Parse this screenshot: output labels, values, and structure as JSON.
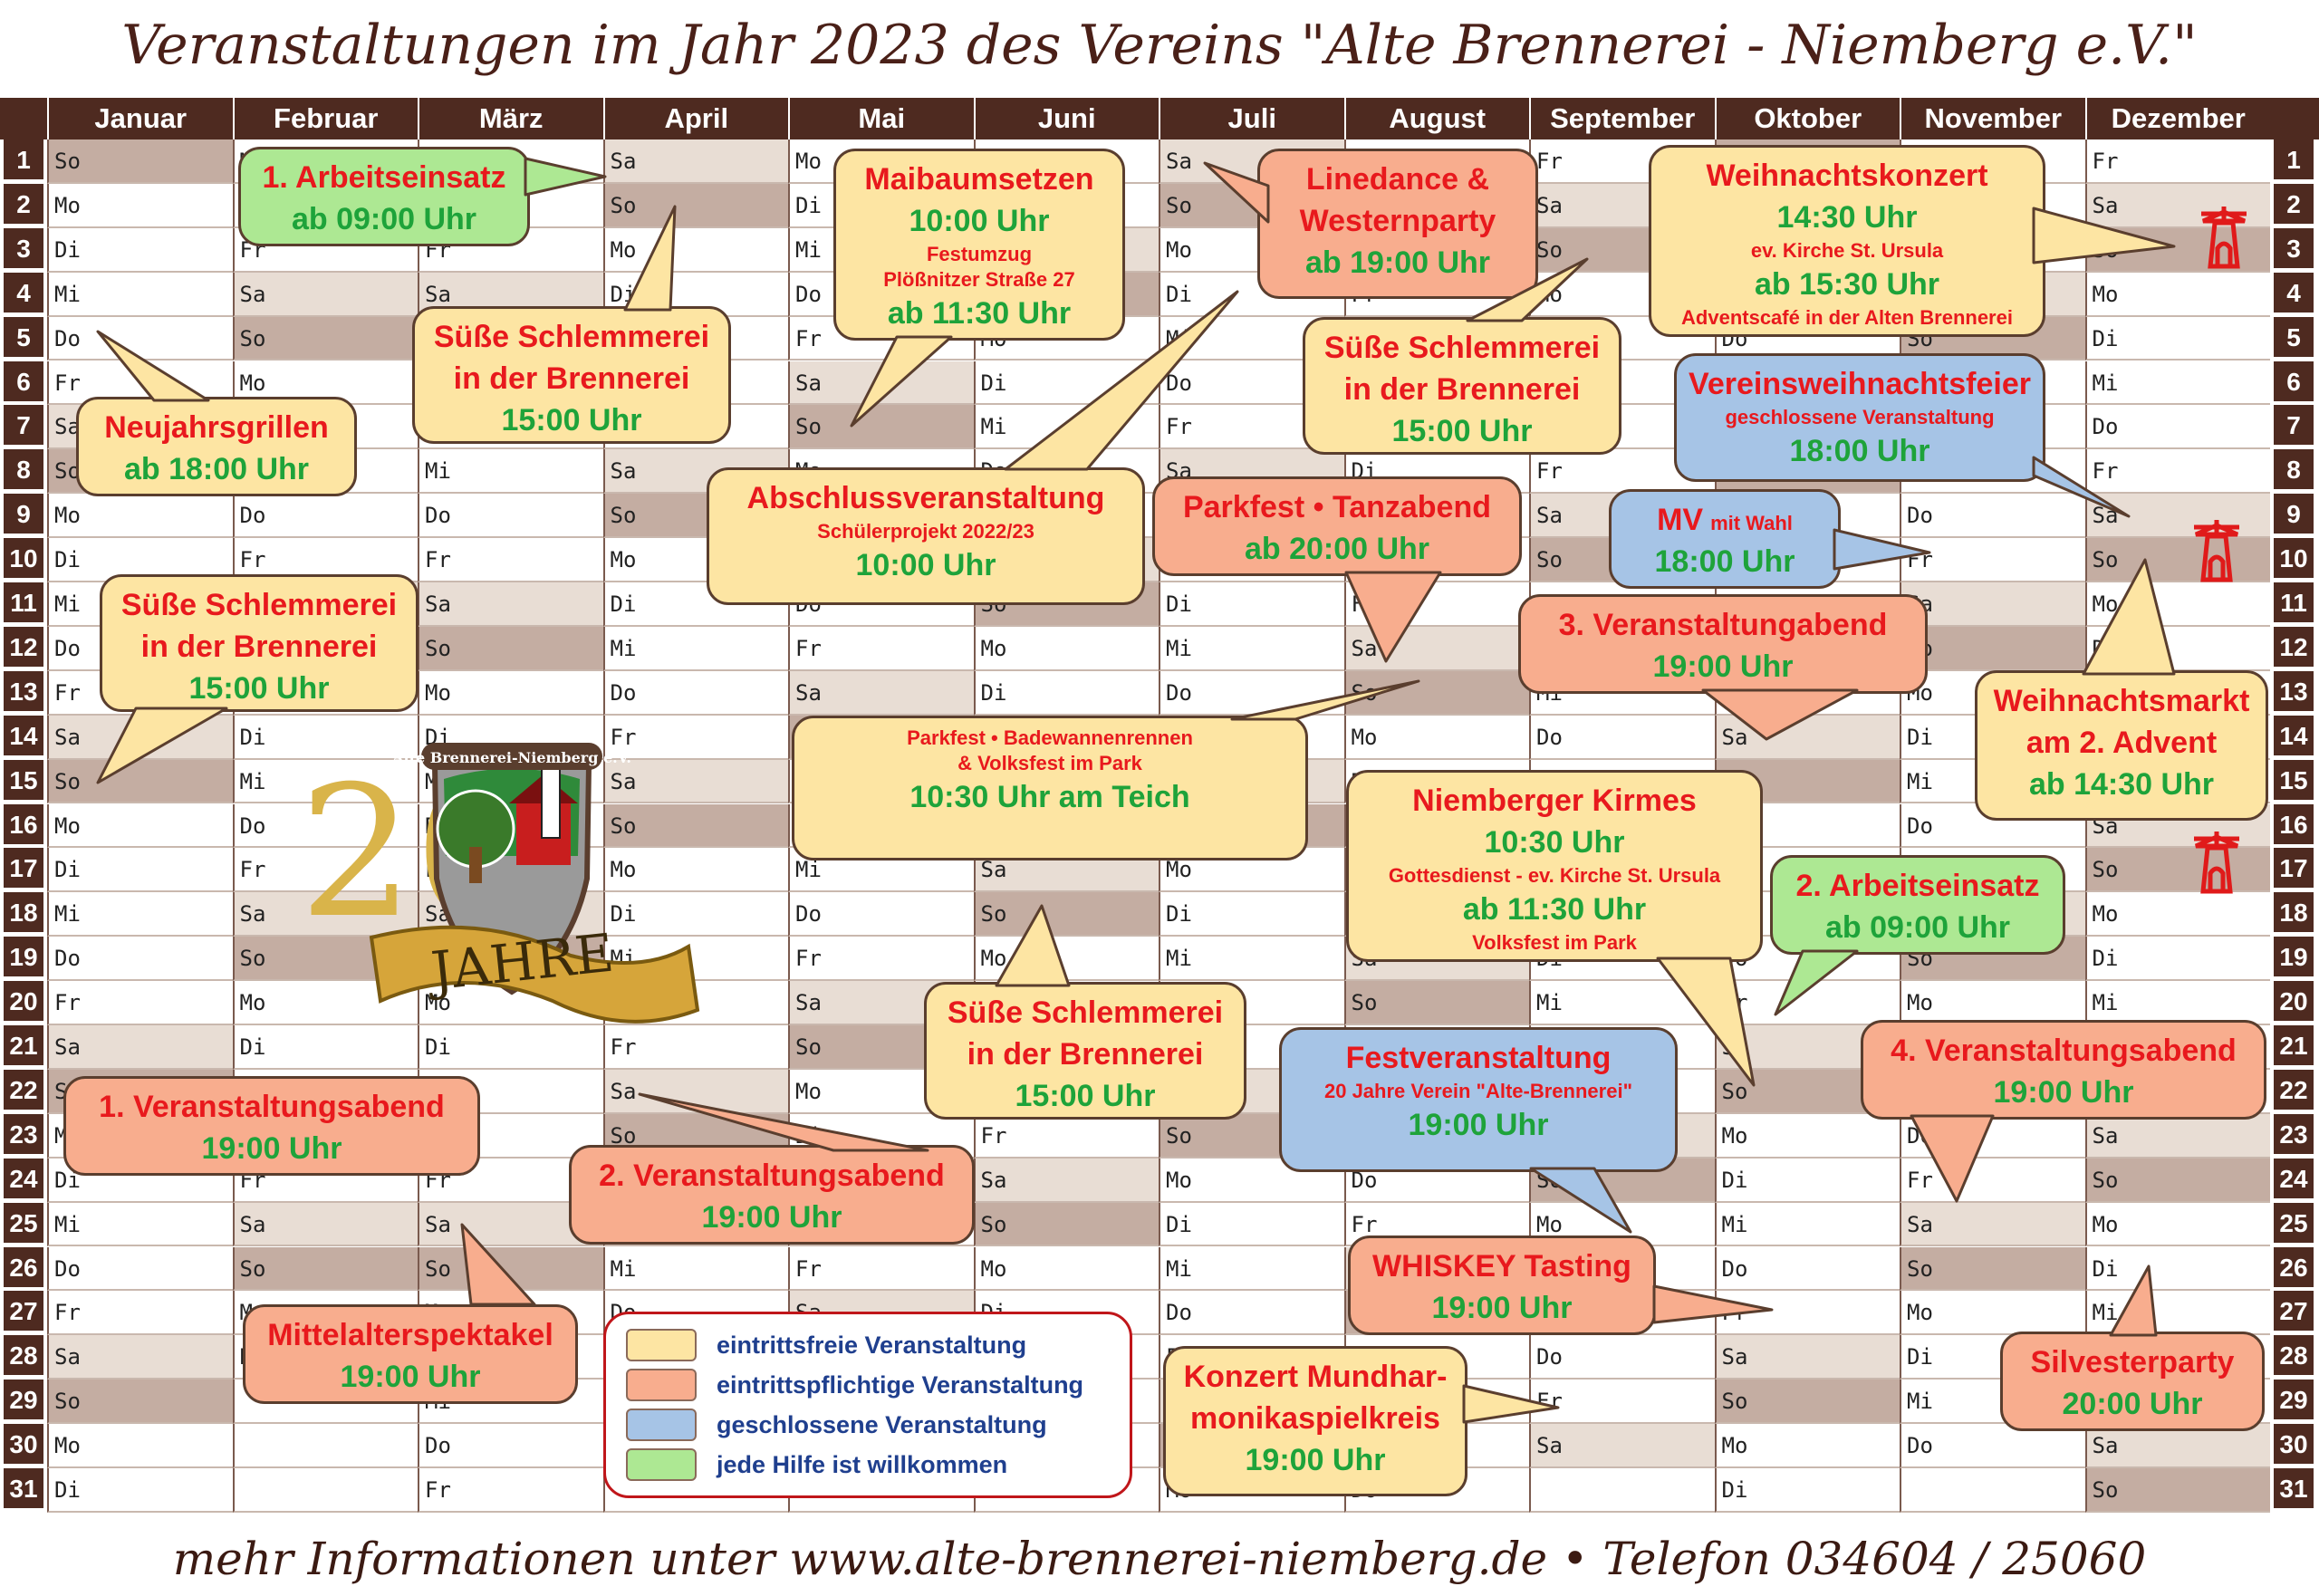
{
  "title": "Veranstaltungen im Jahr 2023 des Vereins \"Alte Brennerei - Niemberg e.V.\"",
  "footer": "mehr Informationen unter www.alte-brennerei-niemberg.de • Telefon 034604 / 25060",
  "months": [
    "Januar",
    "Februar",
    "März",
    "April",
    "Mai",
    "Juni",
    "Juli",
    "August",
    "September",
    "Oktober",
    "November",
    "Dezember"
  ],
  "month_first_weekday": [
    6,
    2,
    2,
    5,
    0,
    3,
    5,
    1,
    4,
    6,
    2,
    4
  ],
  "month_days": [
    31,
    28,
    31,
    30,
    31,
    30,
    31,
    31,
    30,
    31,
    30,
    31
  ],
  "weekday_abbr": [
    "Mo",
    "Di",
    "Mi",
    "Do",
    "Fr",
    "Sa",
    "So"
  ],
  "colors": {
    "header": "#4e2a20",
    "saturday": "#e8ddd4",
    "sunday": "#c4ada2",
    "free": "#fde5a3",
    "paid": "#f8ad8e",
    "closed": "#a6c4e6",
    "help": "#ade893"
  },
  "events": [
    {
      "type": "help",
      "lines": [
        "1. Arbeitseinsatz",
        "ab 09:00 Uhr"
      ]
    },
    {
      "type": "free",
      "lines": [
        "Maibaumsetzen",
        "10:00 Uhr",
        "Festumzug",
        "Plößnitzer Straße 27",
        "ab 11:30 Uhr"
      ]
    },
    {
      "type": "paid",
      "lines": [
        "Linedance &",
        "Westernparty",
        "ab 19:00 Uhr"
      ]
    },
    {
      "type": "free",
      "lines": [
        "Weihnachtskonzert",
        "14:30 Uhr",
        "ev. Kirche St. Ursula",
        "ab 15:30 Uhr",
        "Adventscafé in der Alten Brennerei"
      ]
    },
    {
      "type": "free",
      "lines": [
        "Süße Schlemmerei",
        "in der Brennerei",
        "15:00 Uhr"
      ]
    },
    {
      "type": "free",
      "lines": [
        "Süße Schlemmerei",
        "in der Brennerei",
        "15:00 Uhr"
      ]
    },
    {
      "type": "closed",
      "lines": [
        "Vereinsweihnachtsfeier",
        "geschlossene Veranstaltung",
        "18:00 Uhr"
      ]
    },
    {
      "type": "free",
      "lines": [
        "Neujahrsgrillen",
        "ab 18:00 Uhr"
      ]
    },
    {
      "type": "free",
      "lines": [
        "Abschlussveranstaltung",
        "Schülerprojekt 2022/23",
        "10:00 Uhr"
      ]
    },
    {
      "type": "paid",
      "lines": [
        "Parkfest • Tanzabend",
        "ab 20:00 Uhr"
      ]
    },
    {
      "type": "closed",
      "lines": [
        "MV",
        "mit Wahl",
        "18:00 Uhr"
      ]
    },
    {
      "type": "free",
      "lines": [
        "Süße Schlemmerei",
        "in der Brennerei",
        "15:00 Uhr"
      ]
    },
    {
      "type": "paid",
      "lines": [
        "3. Veranstaltungabend",
        "19:00 Uhr"
      ]
    },
    {
      "type": "free",
      "lines": [
        "Weihnachtsmarkt",
        "am 2. Advent",
        "ab 14:30 Uhr"
      ]
    },
    {
      "type": "free",
      "lines": [
        "Parkfest • Badewannenrennen",
        "&  Volksfest im Park",
        "10:30 Uhr am Teich"
      ]
    },
    {
      "type": "free",
      "lines": [
        "Niemberger Kirmes",
        "10:30 Uhr",
        "Gottesdienst - ev. Kirche St. Ursula",
        "ab 11:30 Uhr",
        "Volksfest im Park"
      ]
    },
    {
      "type": "help",
      "lines": [
        "2. Arbeitseinsatz",
        "ab 09:00 Uhr"
      ]
    },
    {
      "type": "free",
      "lines": [
        "Süße Schlemmerei",
        "in der Brennerei",
        "15:00 Uhr"
      ]
    },
    {
      "type": "closed",
      "lines": [
        "Festveranstaltung",
        "20 Jahre Verein \"Alte-Brennerei\"",
        "19:00 Uhr"
      ]
    },
    {
      "type": "paid",
      "lines": [
        "4. Veranstaltungsabend",
        "19:00 Uhr"
      ]
    },
    {
      "type": "paid",
      "lines": [
        "1. Veranstaltungsabend",
        "19:00 Uhr"
      ]
    },
    {
      "type": "paid",
      "lines": [
        "2. Veranstaltungsabend",
        "19:00 Uhr"
      ]
    },
    {
      "type": "paid",
      "lines": [
        "WHISKEY Tasting",
        "19:00 Uhr"
      ]
    },
    {
      "type": "paid",
      "lines": [
        "Mittelalterspektakel",
        "19:00 Uhr"
      ]
    },
    {
      "type": "free",
      "lines": [
        "Konzert Mundhar-",
        "monikaspielkreis",
        "19:00 Uhr"
      ]
    },
    {
      "type": "paid",
      "lines": [
        "Silvesterparty",
        "20:00 Uhr"
      ]
    }
  ],
  "legend": [
    {
      "type": "free",
      "label": "eintrittsfreie Veranstaltung"
    },
    {
      "type": "paid",
      "label": "eintrittspflichtige Veranstaltung"
    },
    {
      "type": "closed",
      "label": "geschlossene Veranstaltung"
    },
    {
      "type": "help",
      "label": "jede Hilfe ist willkommen"
    }
  ],
  "emblem": {
    "badge_text": "\"Alte Brennerei-Niemberg e.V.\"",
    "number": "20",
    "ribbon_text": "JAHRE"
  }
}
